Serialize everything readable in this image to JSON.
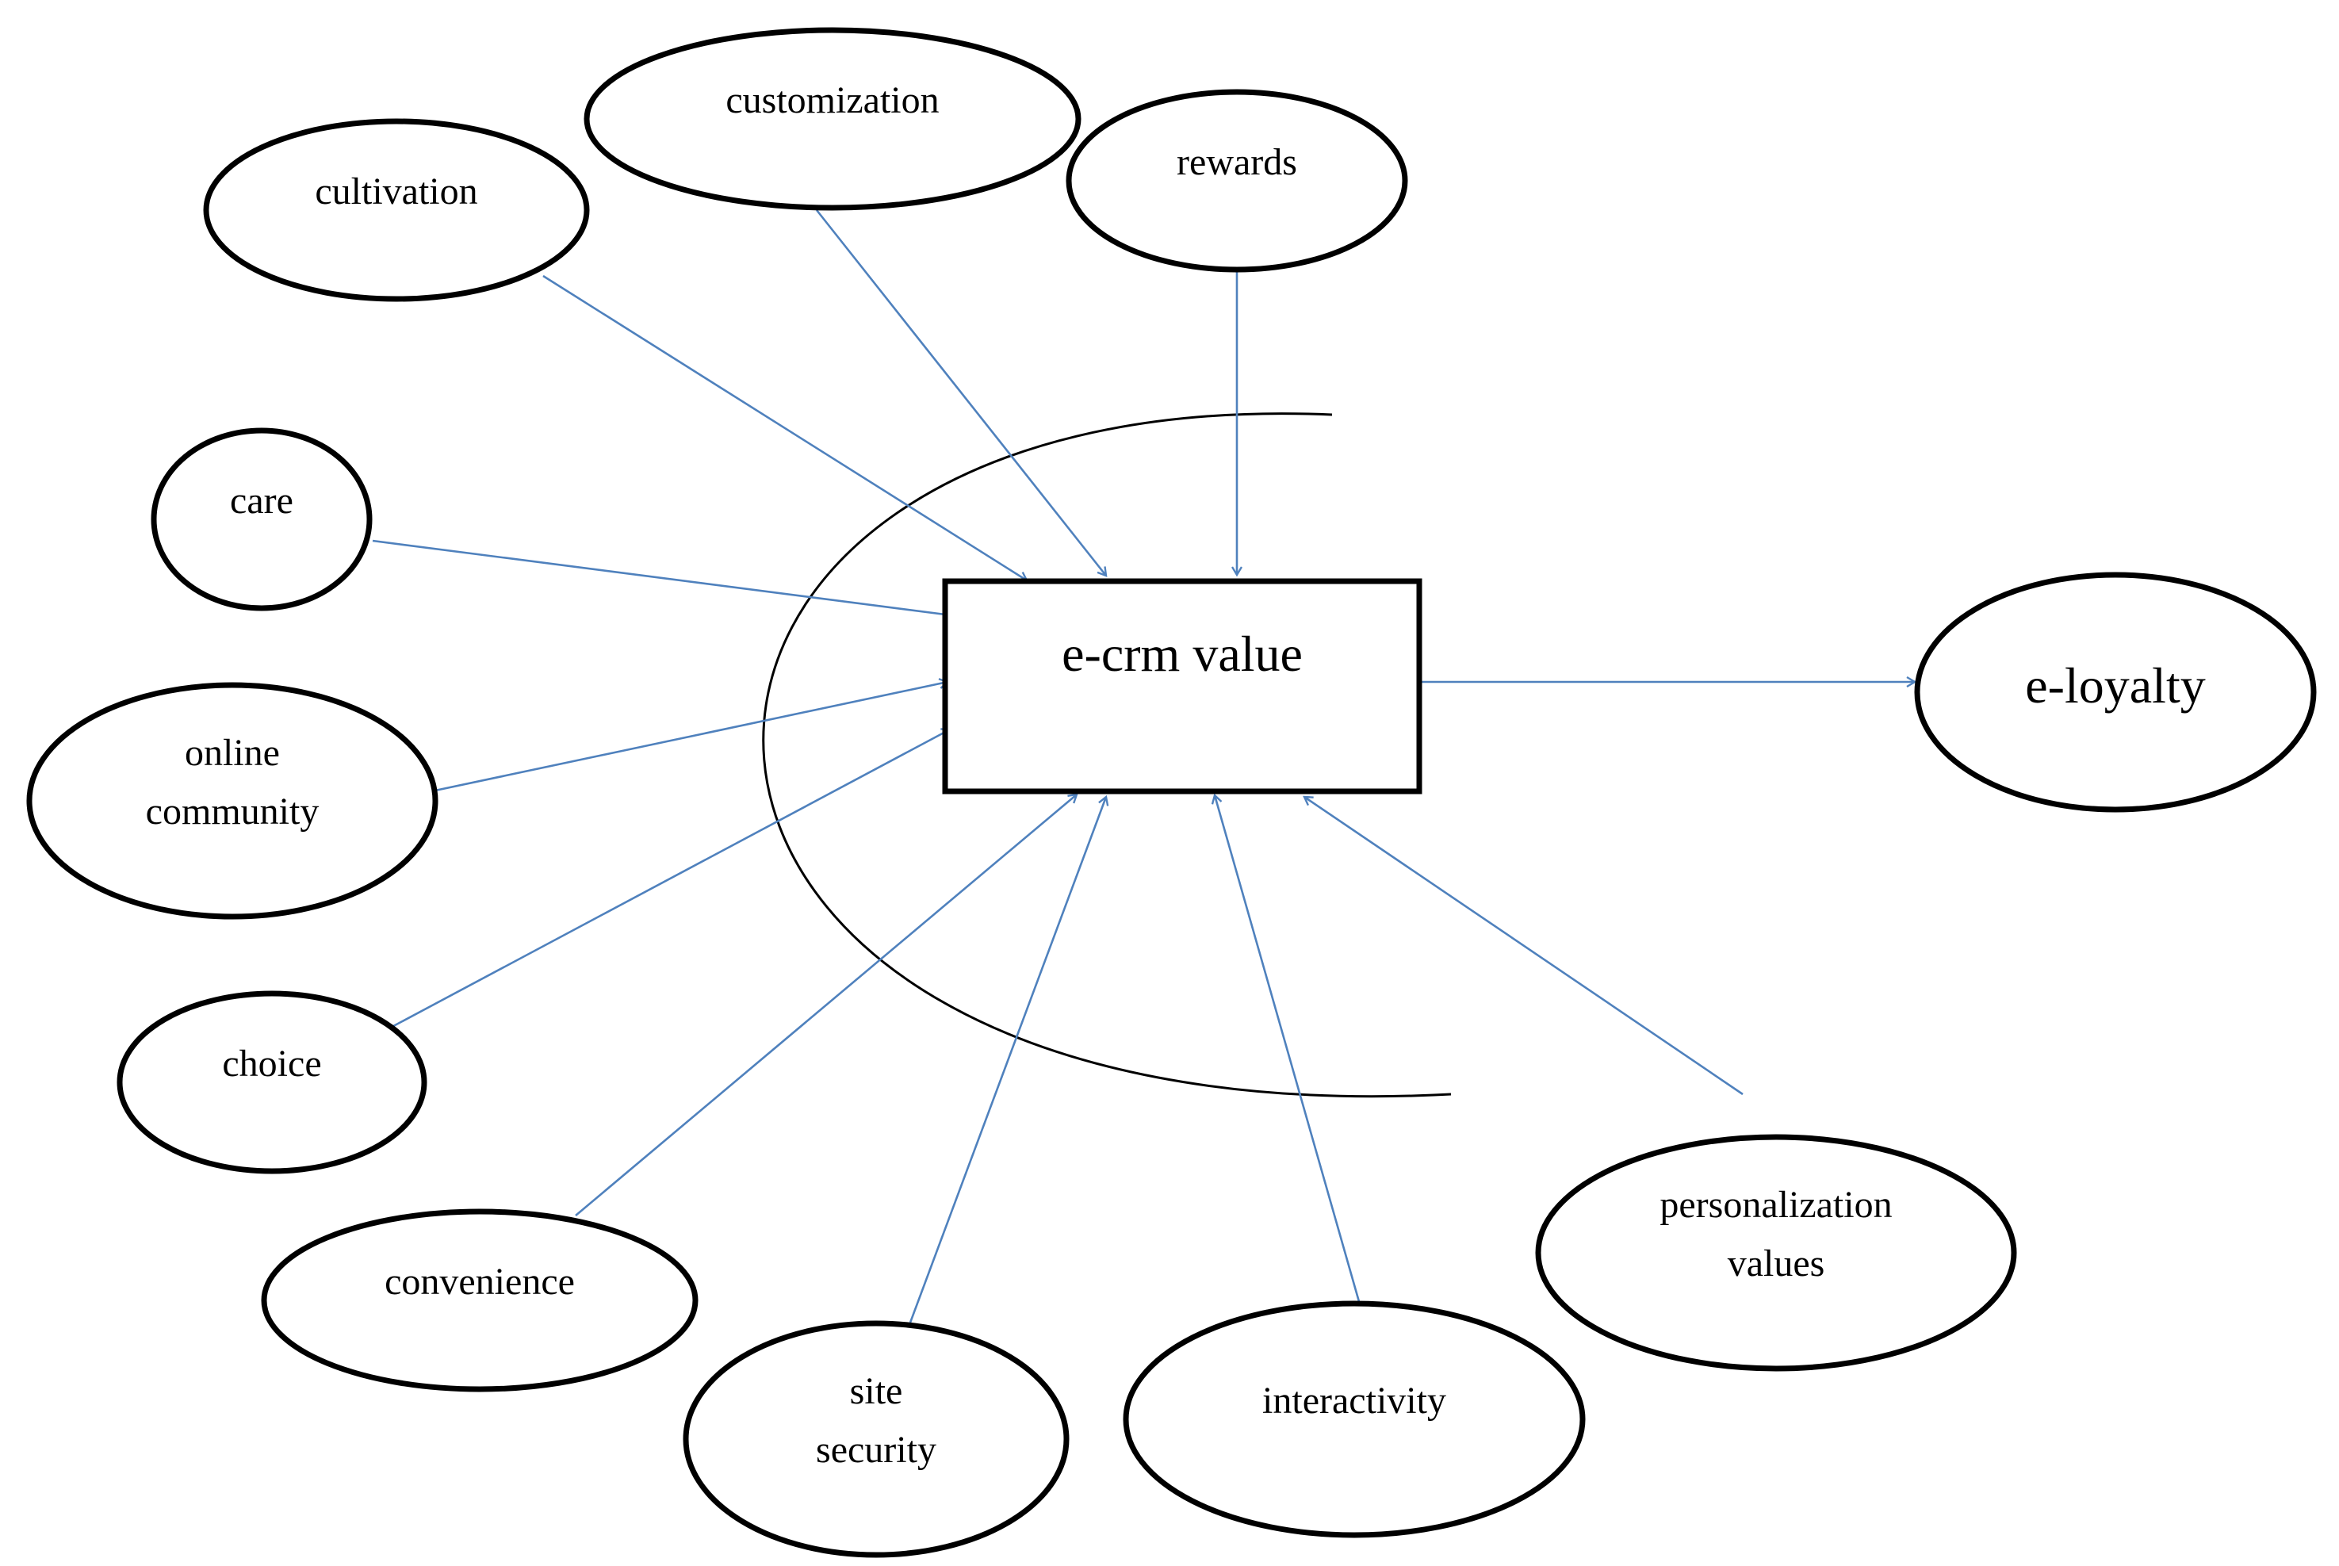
{
  "diagram": {
    "colors": {
      "arrow": "#4F81BD",
      "outline": "#000000",
      "background": "#FFFFFF"
    },
    "center": {
      "label": "e-crm value"
    },
    "outcome": {
      "label": "e-loyalty"
    },
    "factors": [
      {
        "id": "cultivation",
        "lines": [
          "cultivation"
        ]
      },
      {
        "id": "customization",
        "lines": [
          "customization"
        ]
      },
      {
        "id": "rewards",
        "lines": [
          "rewards"
        ]
      },
      {
        "id": "care",
        "lines": [
          "care"
        ]
      },
      {
        "id": "online-community",
        "lines": [
          "online",
          "community"
        ]
      },
      {
        "id": "choice",
        "lines": [
          "choice"
        ]
      },
      {
        "id": "convenience",
        "lines": [
          "convenience"
        ]
      },
      {
        "id": "site-security",
        "lines": [
          "site",
          "security"
        ]
      },
      {
        "id": "interactivity",
        "lines": [
          "interactivity"
        ]
      },
      {
        "id": "personalization-values",
        "lines": [
          "personalization",
          "values"
        ]
      }
    ]
  }
}
